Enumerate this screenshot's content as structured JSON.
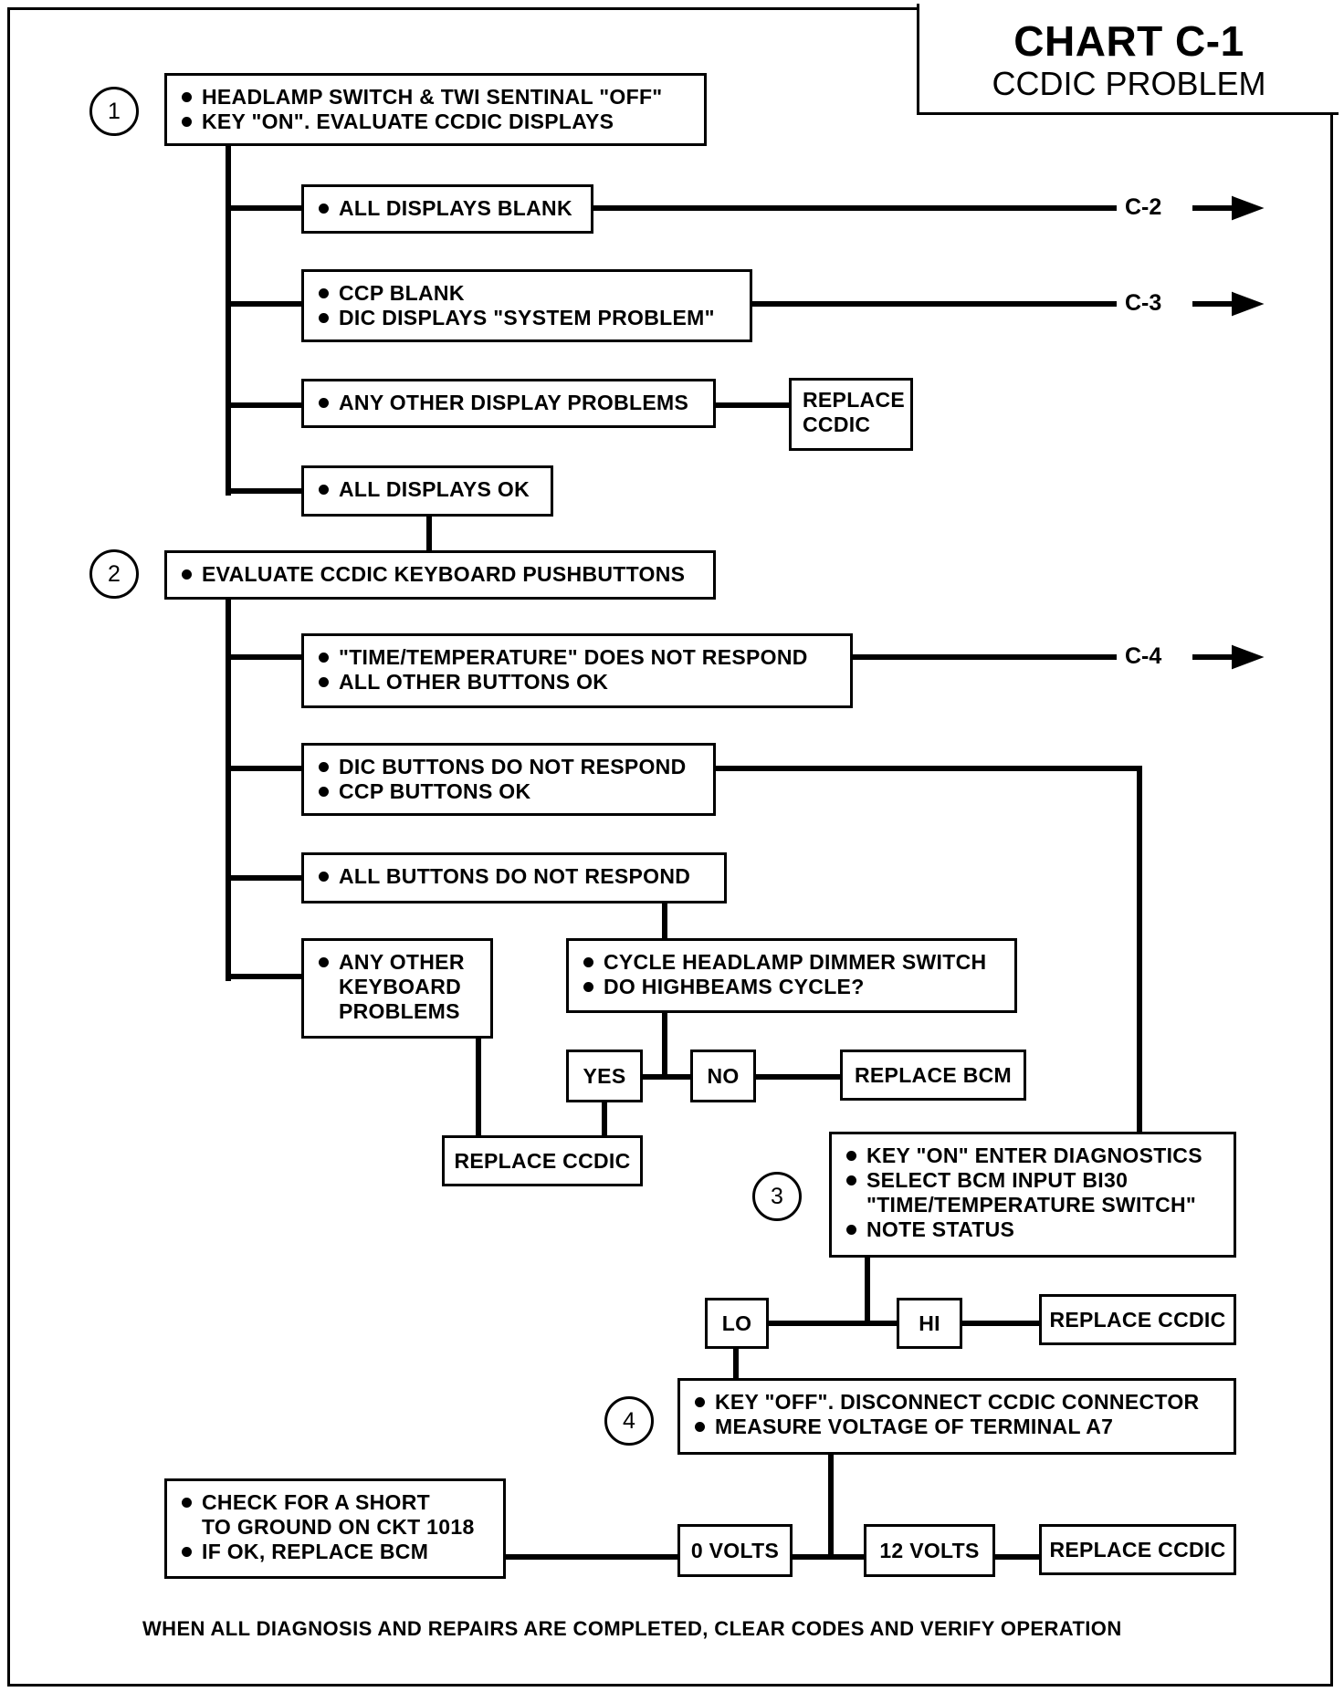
{
  "header": {
    "title": "CHART C-1",
    "subtitle": "CCDIC PROBLEM"
  },
  "steps": [
    "1",
    "2",
    "3",
    "4"
  ],
  "nodes": {
    "start": [
      "HEADLAMP SWITCH & TWI SENTINAL \"OFF\"",
      "KEY \"ON\". EVALUATE CCDIC DISPLAYS"
    ],
    "all_displays_blank": [
      "ALL DISPLAYS BLANK"
    ],
    "ccp_blank": [
      "CCP BLANK",
      "DIC DISPLAYS \"SYSTEM PROBLEM\""
    ],
    "other_display": [
      "ANY OTHER DISPLAY PROBLEMS"
    ],
    "replace_ccdic_1": [
      "REPLACE",
      "CCDIC"
    ],
    "all_displays_ok": [
      "ALL DISPLAYS OK"
    ],
    "evaluate_keyboard": [
      "EVALUATE CCDIC KEYBOARD PUSHBUTTONS"
    ],
    "time_temp": [
      "\"TIME/TEMPERATURE\" DOES NOT RESPOND",
      "ALL OTHER BUTTONS OK"
    ],
    "dic_buttons": [
      "DIC BUTTONS DO NOT RESPOND",
      "CCP BUTTONS OK"
    ],
    "all_buttons": [
      "ALL BUTTONS DO NOT RESPOND"
    ],
    "other_keyboard": [
      "ANY OTHER",
      "KEYBOARD",
      "PROBLEMS"
    ],
    "cycle_headlamp": [
      "CYCLE HEADLAMP DIMMER SWITCH",
      "DO HIGHBEAMS CYCLE?"
    ],
    "yes": "YES",
    "no": "NO",
    "replace_bcm_1": "REPLACE BCM",
    "replace_ccdic_2": "REPLACE CCDIC",
    "diagnostics": [
      "KEY \"ON\" ENTER DIAGNOSTICS",
      "SELECT BCM INPUT BI30",
      "\"TIME/TEMPERATURE SWITCH\"",
      "NOTE STATUS"
    ],
    "lo": "LO",
    "hi": "HI",
    "replace_ccdic_3": "REPLACE CCDIC",
    "disconnect": [
      "KEY \"OFF\". DISCONNECT CCDIC CONNECTOR",
      "MEASURE VOLTAGE OF TERMINAL A7"
    ],
    "check_short": [
      "CHECK FOR A SHORT",
      "TO GROUND ON CKT 1018",
      "IF OK, REPLACE BCM"
    ],
    "zero_volts": "0 VOLTS",
    "twelve_volts": "12 VOLTS",
    "replace_ccdic_4": "REPLACE CCDIC"
  },
  "references": {
    "c2": "C-2",
    "c3": "C-3",
    "c4": "C-4"
  },
  "footer": "WHEN ALL DIAGNOSIS AND REPAIRS ARE COMPLETED, CLEAR CODES AND VERIFY OPERATION"
}
